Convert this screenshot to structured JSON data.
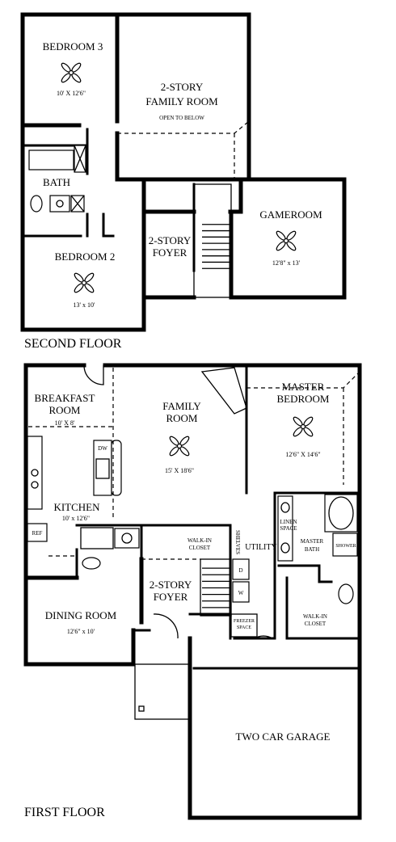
{
  "floors": {
    "second": "SECOND FLOOR",
    "first": "FIRST FLOOR"
  },
  "second_floor": {
    "bedroom3": {
      "name": "BEDROOM 3",
      "dim": "10' X 12'6\""
    },
    "family_room": {
      "line1": "2-STORY",
      "line2": "FAMILY ROOM",
      "note": "OPEN TO BELOW"
    },
    "bath": {
      "name": "BATH"
    },
    "foyer": {
      "line1": "2-STORY",
      "line2": "FOYER"
    },
    "gameroom": {
      "name": "GAMEROOM",
      "dim": "12'8\" x 13'"
    },
    "bedroom2": {
      "name": "BEDROOM 2",
      "dim": "13' x 10'"
    }
  },
  "first_floor": {
    "breakfast": {
      "line1": "BREAKFAST",
      "line2": "ROOM",
      "dim": "10' X 8'"
    },
    "family_room": {
      "line1": "FAMILY",
      "line2": "ROOM",
      "dim": "15' X 18'6\""
    },
    "master_bedroom": {
      "line1": "MASTER",
      "line2": "BEDROOM",
      "dim": "12'6\" X 14'6\""
    },
    "kitchen": {
      "name": "KITCHEN",
      "dim": "10' x 12'6\""
    },
    "dw": "DW",
    "refrigerator": "REF",
    "walkin_closet": {
      "line1": "WALK-IN",
      "line2": "CLOSET"
    },
    "shelves": "SHELVES",
    "utility": "UTILITY",
    "linen_space": {
      "line1": "LINEN",
      "line2": "SPACE"
    },
    "master_bath": {
      "line1": "MASTER",
      "line2": "BATH"
    },
    "shower": "SHOWER",
    "dryer": "D",
    "washer": "W",
    "freezer_space": {
      "line1": "FREEZER",
      "line2": "SPACE"
    },
    "foyer": {
      "line1": "2-STORY",
      "line2": "FOYER"
    },
    "master_walkin": {
      "line1": "WALK-IN",
      "line2": "CLOSET"
    },
    "dining": {
      "name": "DINING ROOM",
      "dim": "12'6\" x 10'"
    },
    "garage": {
      "name": "TWO CAR GARAGE"
    }
  }
}
